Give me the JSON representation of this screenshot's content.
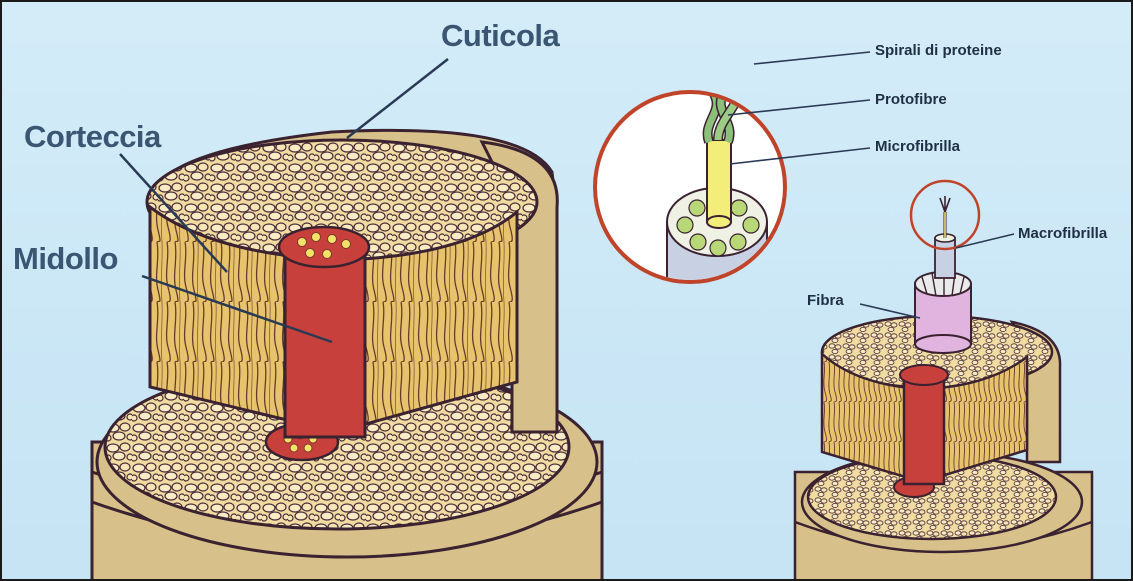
{
  "labels": {
    "cuticola": "Cuticola",
    "corteccia": "Corteccia",
    "midollo": "Midollo",
    "spirali": "Spirali di proteine",
    "protofibre": "Protofibre",
    "microfibrilla": "Microfibrilla",
    "macrofibrilla": "Macrofibrilla",
    "fibra": "Fibra"
  },
  "colors": {
    "background": "#cbe7f6",
    "cuticle": "#d8c08a",
    "cortex": "#e8c97a",
    "medulla": "#c8403c",
    "outline": "#3a2230",
    "magnifier_ring": "#c0442a",
    "label_text": "#3b5673"
  }
}
